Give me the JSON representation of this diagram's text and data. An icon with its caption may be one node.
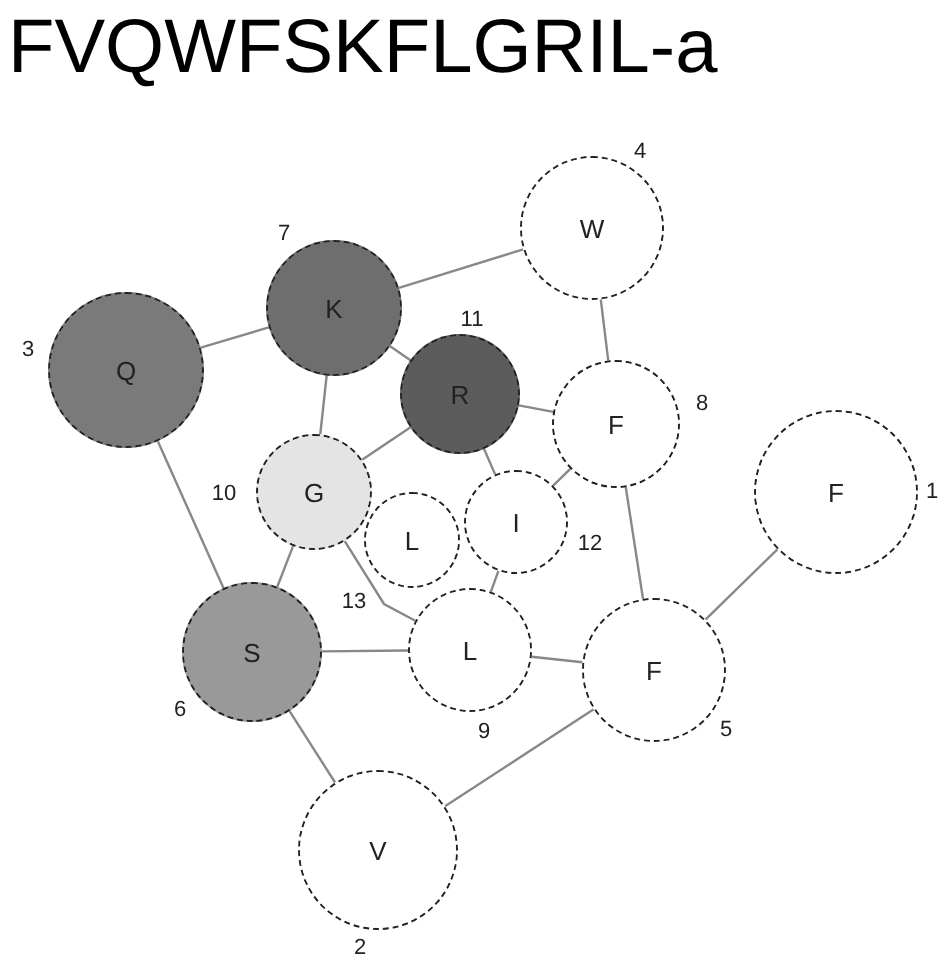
{
  "diagram": {
    "title": "FVQWFSKFLGRIL-a",
    "nodes": [
      {
        "text": [
          "Q"
        ],
        "beside": [
          "3"
        ]
      },
      {
        "text": [
          "K"
        ],
        "beside": [
          "7"
        ]
      },
      {
        "text": [
          "W"
        ],
        "beside": [
          "4"
        ]
      },
      {
        "text": [
          "R"
        ],
        "beside": [
          "11"
        ]
      },
      {
        "text": [
          "F"
        ],
        "beside": [
          "8"
        ]
      },
      {
        "text": [
          "F"
        ],
        "beside": [
          "1"
        ]
      },
      {
        "text": [
          "G"
        ],
        "beside": [
          "10"
        ]
      },
      {
        "text": [
          "L"
        ],
        "beside": [
          "13"
        ]
      },
      {
        "text": [
          "I"
        ],
        "beside": [
          "12"
        ]
      },
      {
        "text": [
          "S"
        ],
        "beside": [
          "6"
        ]
      },
      {
        "text": [
          "L"
        ],
        "beside": [
          "9"
        ]
      },
      {
        "text": [
          "F"
        ],
        "beside": [
          "5"
        ]
      },
      {
        "text": [
          "V"
        ],
        "beside": [
          "2"
        ]
      }
    ],
    "edges": [
      {
        "from": 0,
        "to": 1,
        "arrow": "none"
      },
      {
        "from": 0,
        "to": 9,
        "arrow": "none"
      },
      {
        "from": 1,
        "to": 2,
        "arrow": "none"
      },
      {
        "from": 1,
        "to": 3,
        "arrow": "none"
      },
      {
        "from": 1,
        "to": 6,
        "arrow": "none"
      },
      {
        "from": 2,
        "to": 4,
        "arrow": "none"
      },
      {
        "from": 3,
        "to": 4,
        "arrow": "none"
      },
      {
        "from": 6,
        "to": 3,
        "arrow": "none"
      },
      {
        "from": 3,
        "to": 8,
        "arrow": "none"
      },
      {
        "from": 4,
        "to": 8,
        "arrow": "none"
      },
      {
        "from": 4,
        "to": 11,
        "arrow": "none"
      },
      {
        "from": 5,
        "to": 11,
        "arrow": "none"
      },
      {
        "from": 6,
        "to": 9,
        "arrow": "none"
      },
      {
        "from": 6,
        "to": 10,
        "arrow": "none"
      },
      {
        "from": 8,
        "to": 10,
        "arrow": "none"
      },
      {
        "from": 9,
        "to": 10,
        "arrow": "none"
      },
      {
        "from": 10,
        "to": 11,
        "arrow": "none"
      },
      {
        "from": 9,
        "to": 12,
        "arrow": "none"
      },
      {
        "from": 12,
        "to": 11,
        "arrow": "none"
      }
    ]
  }
}
